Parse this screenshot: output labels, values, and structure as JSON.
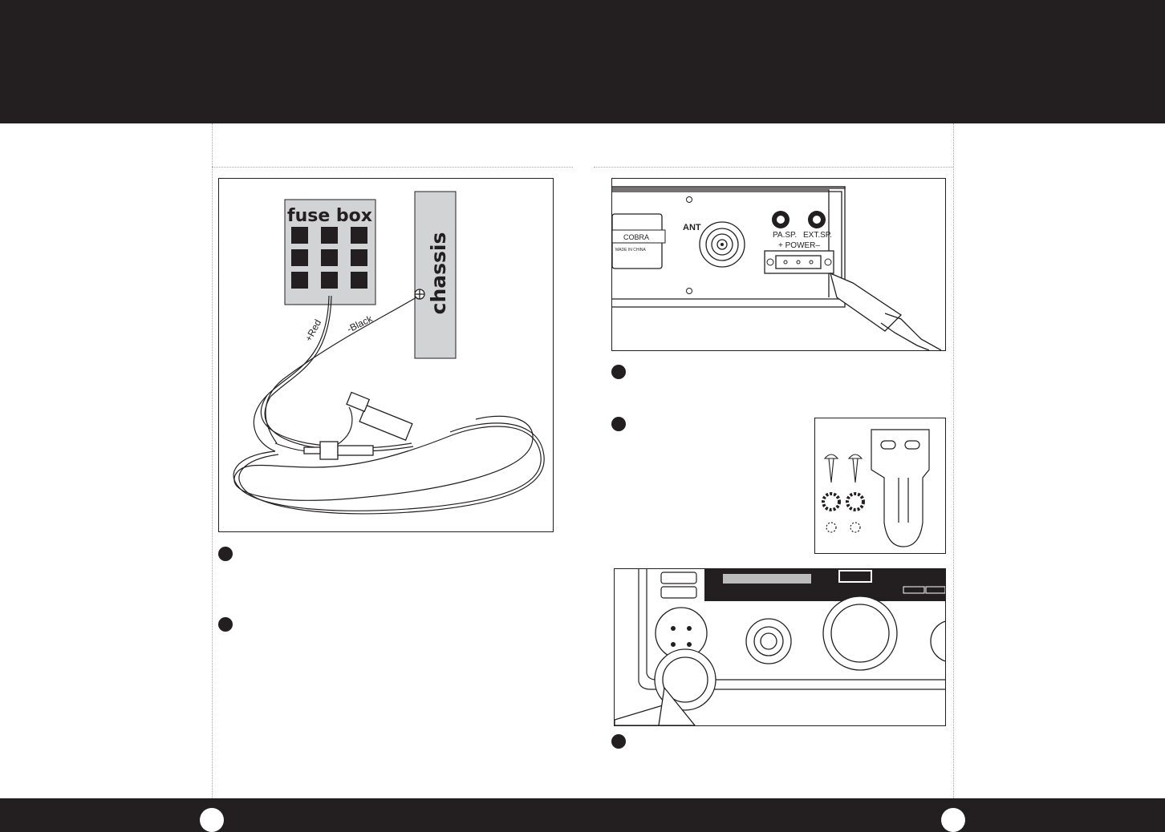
{
  "wiring_diagram": {
    "fuse_box_label": "fuse box",
    "chassis_label": "chassis",
    "red_wire_label": "+Red",
    "black_wire_label": "-Black"
  },
  "rear_panel": {
    "label_text_line1": "COBRA",
    "label_text_line2": "MADE IN CHINA",
    "ant_label": "ANT",
    "pa_sp_label": "PA.SP.",
    "ext_sp_label": "EXT.SP.",
    "power_label": "+ POWER–"
  },
  "colors": {
    "bar": "#231f20",
    "panel_fill": "#d1d3d4",
    "line": "#231f20"
  }
}
